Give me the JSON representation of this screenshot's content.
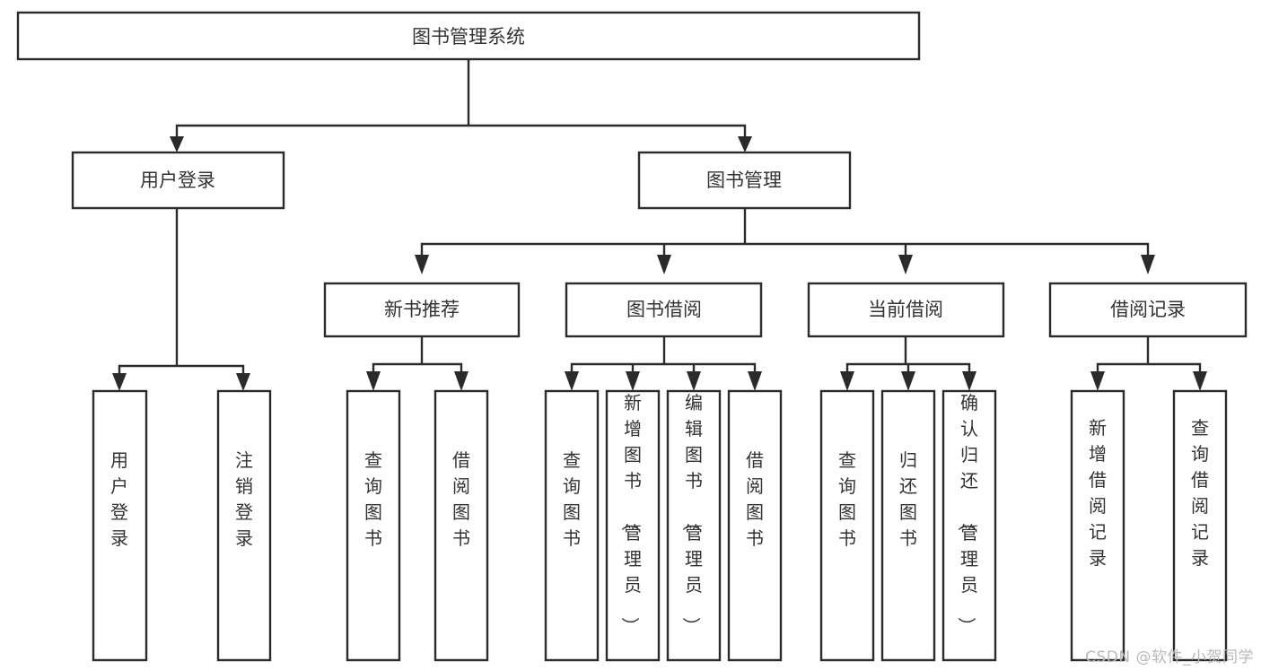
{
  "diagram": {
    "title": "图书管理系统",
    "type": "tree",
    "orientation": "top-down",
    "colors": {
      "box_stroke": "#2b2b2b",
      "box_fill": "#ffffff",
      "connector": "#2b2b2b",
      "text": "#333333",
      "background": "#ffffff",
      "watermark": "#b9b9b9"
    },
    "levels": [
      {
        "level": 1,
        "nodes": [
          {
            "id": "root",
            "label": "图书管理系统",
            "orientation": "horizontal"
          }
        ]
      },
      {
        "level": 2,
        "nodes": [
          {
            "id": "login",
            "label": "用户登录",
            "orientation": "horizontal",
            "parent": "root"
          },
          {
            "id": "bookmgmt",
            "label": "图书管理",
            "orientation": "horizontal",
            "parent": "root"
          }
        ]
      },
      {
        "level": 3,
        "nodes": [
          {
            "id": "newbook",
            "label": "新书推荐",
            "orientation": "horizontal",
            "parent": "bookmgmt"
          },
          {
            "id": "borrow",
            "label": "图书借阅",
            "orientation": "horizontal",
            "parent": "bookmgmt"
          },
          {
            "id": "current",
            "label": "当前借阅",
            "orientation": "horizontal",
            "parent": "bookmgmt"
          },
          {
            "id": "records",
            "label": "借阅记录",
            "orientation": "horizontal",
            "parent": "bookmgmt"
          }
        ]
      },
      {
        "level": 4,
        "nodes": [
          {
            "id": "leaf-1",
            "label": "用户登录",
            "orientation": "vertical",
            "parent": "login"
          },
          {
            "id": "leaf-2",
            "label": "注销登录",
            "orientation": "vertical",
            "parent": "login"
          },
          {
            "id": "leaf-3",
            "label": "查询图书",
            "orientation": "vertical",
            "parent": "newbook"
          },
          {
            "id": "leaf-4",
            "label": "借阅图书",
            "orientation": "vertical",
            "parent": "newbook"
          },
          {
            "id": "leaf-5",
            "label": "查询图书",
            "orientation": "vertical",
            "parent": "borrow"
          },
          {
            "id": "leaf-6",
            "label": "新增图书（管理员）",
            "orientation": "vertical",
            "parent": "borrow"
          },
          {
            "id": "leaf-7",
            "label": "编辑图书（管理员）",
            "orientation": "vertical",
            "parent": "borrow"
          },
          {
            "id": "leaf-8",
            "label": "借阅图书",
            "orientation": "vertical",
            "parent": "borrow"
          },
          {
            "id": "leaf-9",
            "label": "查询图书",
            "orientation": "vertical",
            "parent": "current"
          },
          {
            "id": "leaf-10",
            "label": "归还图书",
            "orientation": "vertical",
            "parent": "current"
          },
          {
            "id": "leaf-11",
            "label": "确认归还（管理员）",
            "orientation": "vertical",
            "parent": "current"
          },
          {
            "id": "leaf-12",
            "label": "新增借阅记录",
            "orientation": "vertical",
            "parent": "records"
          },
          {
            "id": "leaf-13",
            "label": "查询借阅记录",
            "orientation": "vertical",
            "parent": "records"
          }
        ]
      }
    ]
  },
  "watermark": {
    "text": "CSDN @软件_小贺同学"
  }
}
